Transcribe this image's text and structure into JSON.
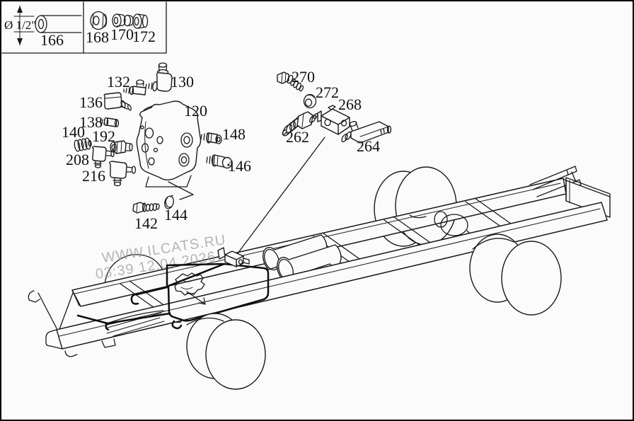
{
  "legend": {
    "diameter_label": "Ø 1/2\"",
    "hose_166": "166",
    "union_168": "168",
    "sleeve_170": "170",
    "insert_172": "172"
  },
  "parts": {
    "valve_120": "120",
    "elbow_130": "130",
    "union_132": "132",
    "valve_136": "136",
    "plug_138": "138",
    "sleeve_140": "140",
    "bolt_142": "142",
    "clip_144": "144",
    "valve_146": "146",
    "valve_148": "148",
    "union_192": "192",
    "elbow_208": "208",
    "elbow_216": "216",
    "union_262": "262",
    "tee_264": "264",
    "connector_268": "268",
    "bolt_270": "270",
    "ring_272": "272"
  },
  "watermark": {
    "site": "WWW.ILCATS.RU",
    "timestamp": "03:39 12.04.2026"
  }
}
